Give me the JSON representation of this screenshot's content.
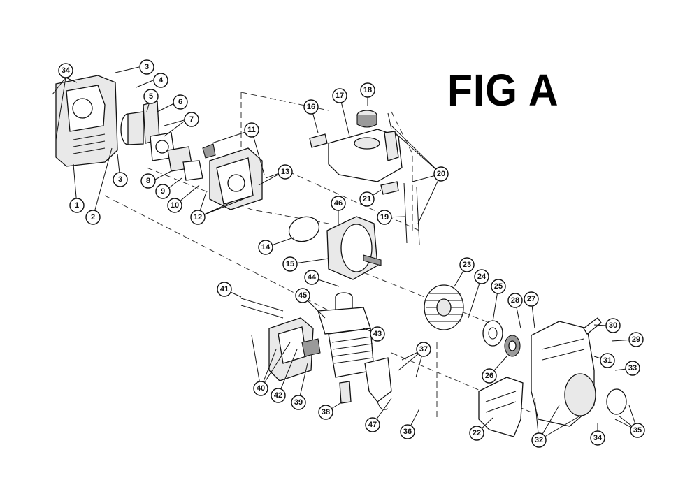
{
  "figure": {
    "title": "FIG A"
  },
  "callouts": [
    {
      "label": "1"
    },
    {
      "label": "2"
    },
    {
      "label": "3"
    },
    {
      "label": "3"
    },
    {
      "label": "4"
    },
    {
      "label": "5"
    },
    {
      "label": "6"
    },
    {
      "label": "7"
    },
    {
      "label": "8"
    },
    {
      "label": "9"
    },
    {
      "label": "10"
    },
    {
      "label": "11"
    },
    {
      "label": "12"
    },
    {
      "label": "13"
    },
    {
      "label": "14"
    },
    {
      "label": "15"
    },
    {
      "label": "16"
    },
    {
      "label": "17"
    },
    {
      "label": "18"
    },
    {
      "label": "19"
    },
    {
      "label": "20"
    },
    {
      "label": "21"
    },
    {
      "label": "22"
    },
    {
      "label": "23"
    },
    {
      "label": "24"
    },
    {
      "label": "25"
    },
    {
      "label": "26"
    },
    {
      "label": "27"
    },
    {
      "label": "28"
    },
    {
      "label": "29"
    },
    {
      "label": "30"
    },
    {
      "label": "31"
    },
    {
      "label": "32"
    },
    {
      "label": "33"
    },
    {
      "label": "34"
    },
    {
      "label": "34"
    },
    {
      "label": "35"
    },
    {
      "label": "36"
    },
    {
      "label": "37"
    },
    {
      "label": "38"
    },
    {
      "label": "39"
    },
    {
      "label": "40"
    },
    {
      "label": "41"
    },
    {
      "label": "42"
    },
    {
      "label": "43"
    },
    {
      "label": "44"
    },
    {
      "label": "45"
    },
    {
      "label": "46"
    },
    {
      "label": "47"
    }
  ]
}
